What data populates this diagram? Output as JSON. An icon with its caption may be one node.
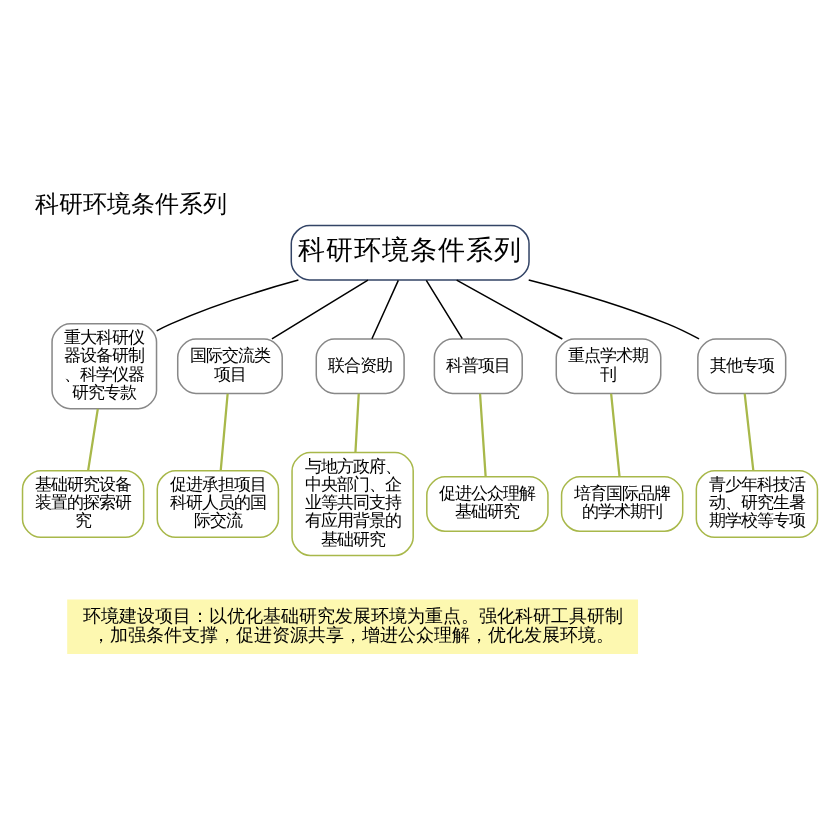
{
  "diagram": {
    "title": "科研环境条件系列",
    "nodes": [
      {
        "text": [
          "科研环境条件系列"
        ]
      },
      {
        "text": [
          "重大科研仪器设备研制、科学仪器研究专款"
        ]
      },
      {
        "text": [
          "国际交流类项目"
        ]
      },
      {
        "text": [
          "联合资助"
        ]
      },
      {
        "text": [
          "科普项目"
        ]
      },
      {
        "text": [
          "重点学术期刊"
        ]
      },
      {
        "text": [
          "其他专项"
        ]
      },
      {
        "text": [
          "基础研究设备装置的探索研究"
        ]
      },
      {
        "text": [
          "促进承担项目科研人员的国际交流"
        ]
      },
      {
        "text": [
          "与地方政府、中央部门、企业等共同支持有应用背景的基础研究"
        ]
      },
      {
        "text": [
          "促进公众理解基础研究"
        ]
      },
      {
        "text": [
          "培育国际品牌的学术期刊"
        ]
      },
      {
        "text": [
          "青少年科技活动、研究生暑期学校等专项"
        ]
      }
    ],
    "edges": [
      {
        "from": 0,
        "to": 1,
        "arrow": "none"
      },
      {
        "from": 0,
        "to": 2,
        "arrow": "none"
      },
      {
        "from": 0,
        "to": 3,
        "arrow": "none"
      },
      {
        "from": 0,
        "to": 4,
        "arrow": "none"
      },
      {
        "from": 0,
        "to": 5,
        "arrow": "none"
      },
      {
        "from": 0,
        "to": 6,
        "arrow": "none"
      },
      {
        "from": 7,
        "to": 1,
        "arrow": "none",
        "color": "#a8b84a"
      },
      {
        "from": 8,
        "to": 2,
        "arrow": "none",
        "color": "#a8b84a"
      },
      {
        "from": 9,
        "to": 3,
        "arrow": "none",
        "color": "#a8b84a"
      },
      {
        "from": 10,
        "to": 4,
        "arrow": "none",
        "color": "#a8b84a"
      },
      {
        "from": 11,
        "to": 5,
        "arrow": "none",
        "color": "#a8b84a"
      },
      {
        "from": 12,
        "to": 6,
        "arrow": "none",
        "color": "#a8b84a"
      }
    ],
    "labels": [
      "环境建设项目：以优化基础研究发展环境为重点。强化科研工具研制，加强条件支撑，促进资源共享，增进公众理解，优化发展环境。"
    ]
  }
}
